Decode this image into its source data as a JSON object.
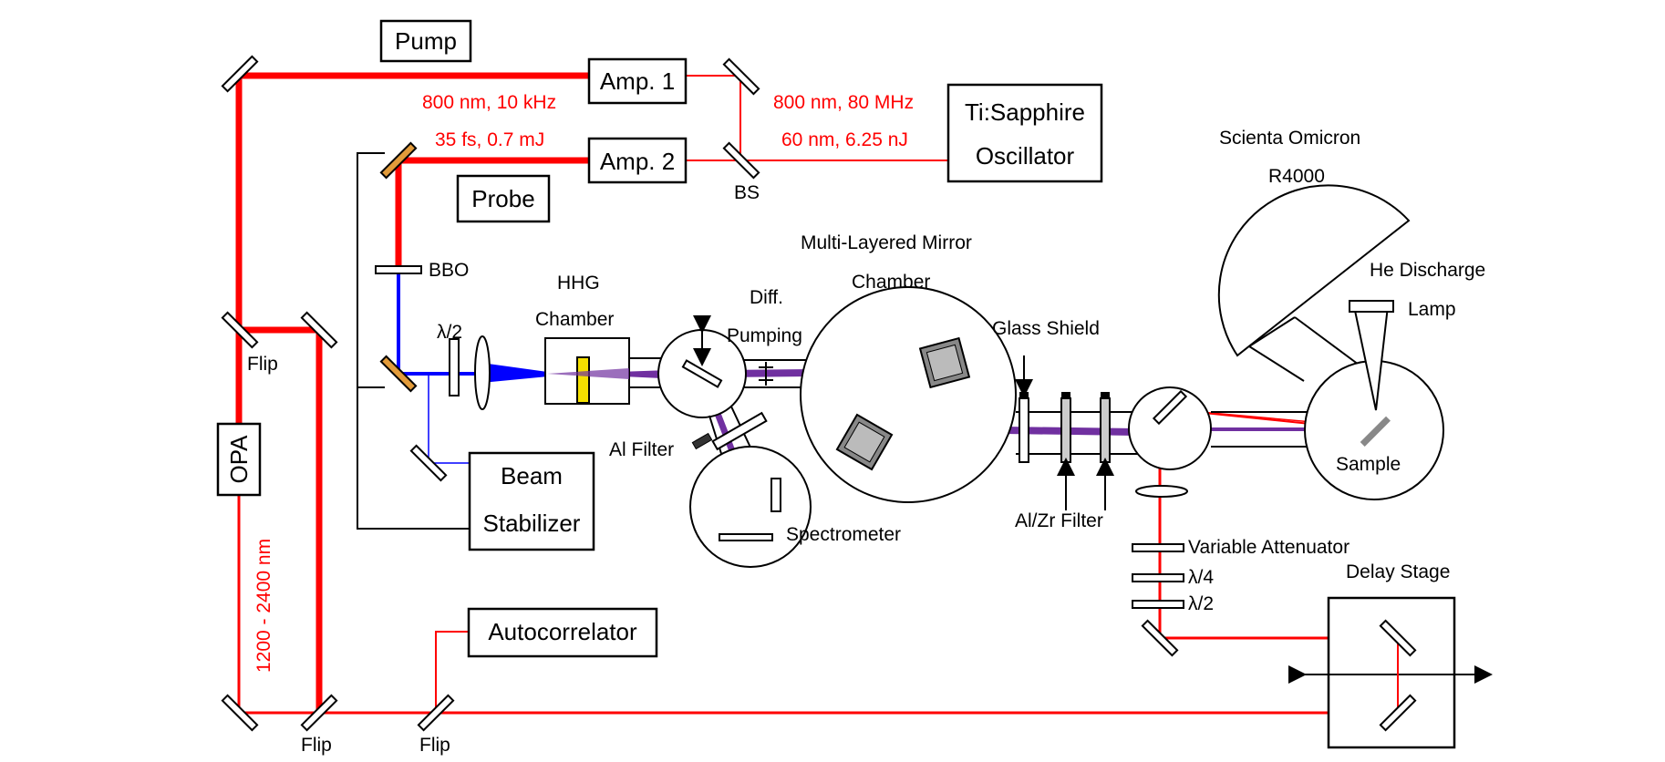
{
  "colors": {
    "laser_red": "#ff0000",
    "second_harmonic_blue": "#0000ff",
    "xuv_purple": "#7030a0",
    "dichroic_orange": "#e29b3a",
    "crystal_yellow": "#f5e000"
  },
  "boxes": {
    "pump": "Pump",
    "probe": "Probe",
    "amp1": "Amp. 1",
    "amp2": "Amp. 2",
    "oscillator_line1": "Ti:Sapphire",
    "oscillator_line2": "Oscillator",
    "opa": "OPA",
    "beam_stabilizer_line1": "Beam",
    "beam_stabilizer_line2": "Stabilizer",
    "autocorrelator": "Autocorrelator"
  },
  "beam_labels": {
    "pump_spec": "800 nm, 10 kHz",
    "probe_spec": "35 fs, 0.7 mJ",
    "osc_spec1": "800 nm, 80 MHz",
    "osc_spec2": "60 nm, 6.25 nJ",
    "opa_range": "1200 - 2400 nm"
  },
  "labels": {
    "bs": "BS",
    "bbo": "BBO",
    "half_wave": "λ/2",
    "hhg_line1": "HHG",
    "hhg_line2": "Chamber",
    "diff_line1": "Diff.",
    "diff_line2": "Pumping",
    "mlm_line1": "Multi-Layered Mirror",
    "mlm_line2": "Chamber",
    "al_filter": "Al Filter",
    "spectrometer": "Spectrometer",
    "glass_shield": "Glass Shield",
    "alzr_filter": "Al/Zr Filter",
    "analyzer_line1": "Scienta Omicron",
    "analyzer_line2": "R4000",
    "he_line1": "He Discharge",
    "he_line2": "Lamp",
    "sample": "Sample",
    "variable_attenuator": "Variable Attenuator",
    "quarter_wave": "λ/4",
    "half_wave_2": "λ/2",
    "delay_stage": "Delay Stage",
    "flip_1": "Flip",
    "flip_2": "Flip",
    "flip_3": "Flip"
  }
}
